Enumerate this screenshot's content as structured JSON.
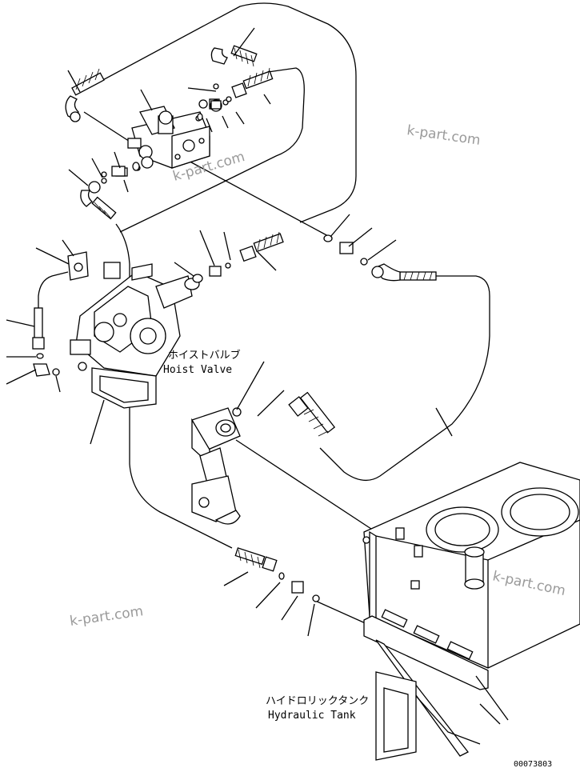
{
  "labels": {
    "hoist_valve_jp": "ホイストバルブ",
    "hoist_valve_en": "Hoist Valve",
    "hydraulic_tank_jp": "ハイドロリックタンク",
    "hydraulic_tank_en": "Hydraulic Tank",
    "drawing_number": "00073803"
  },
  "watermark": {
    "text": "k-part.com",
    "color": "#9a9a9a"
  }
}
